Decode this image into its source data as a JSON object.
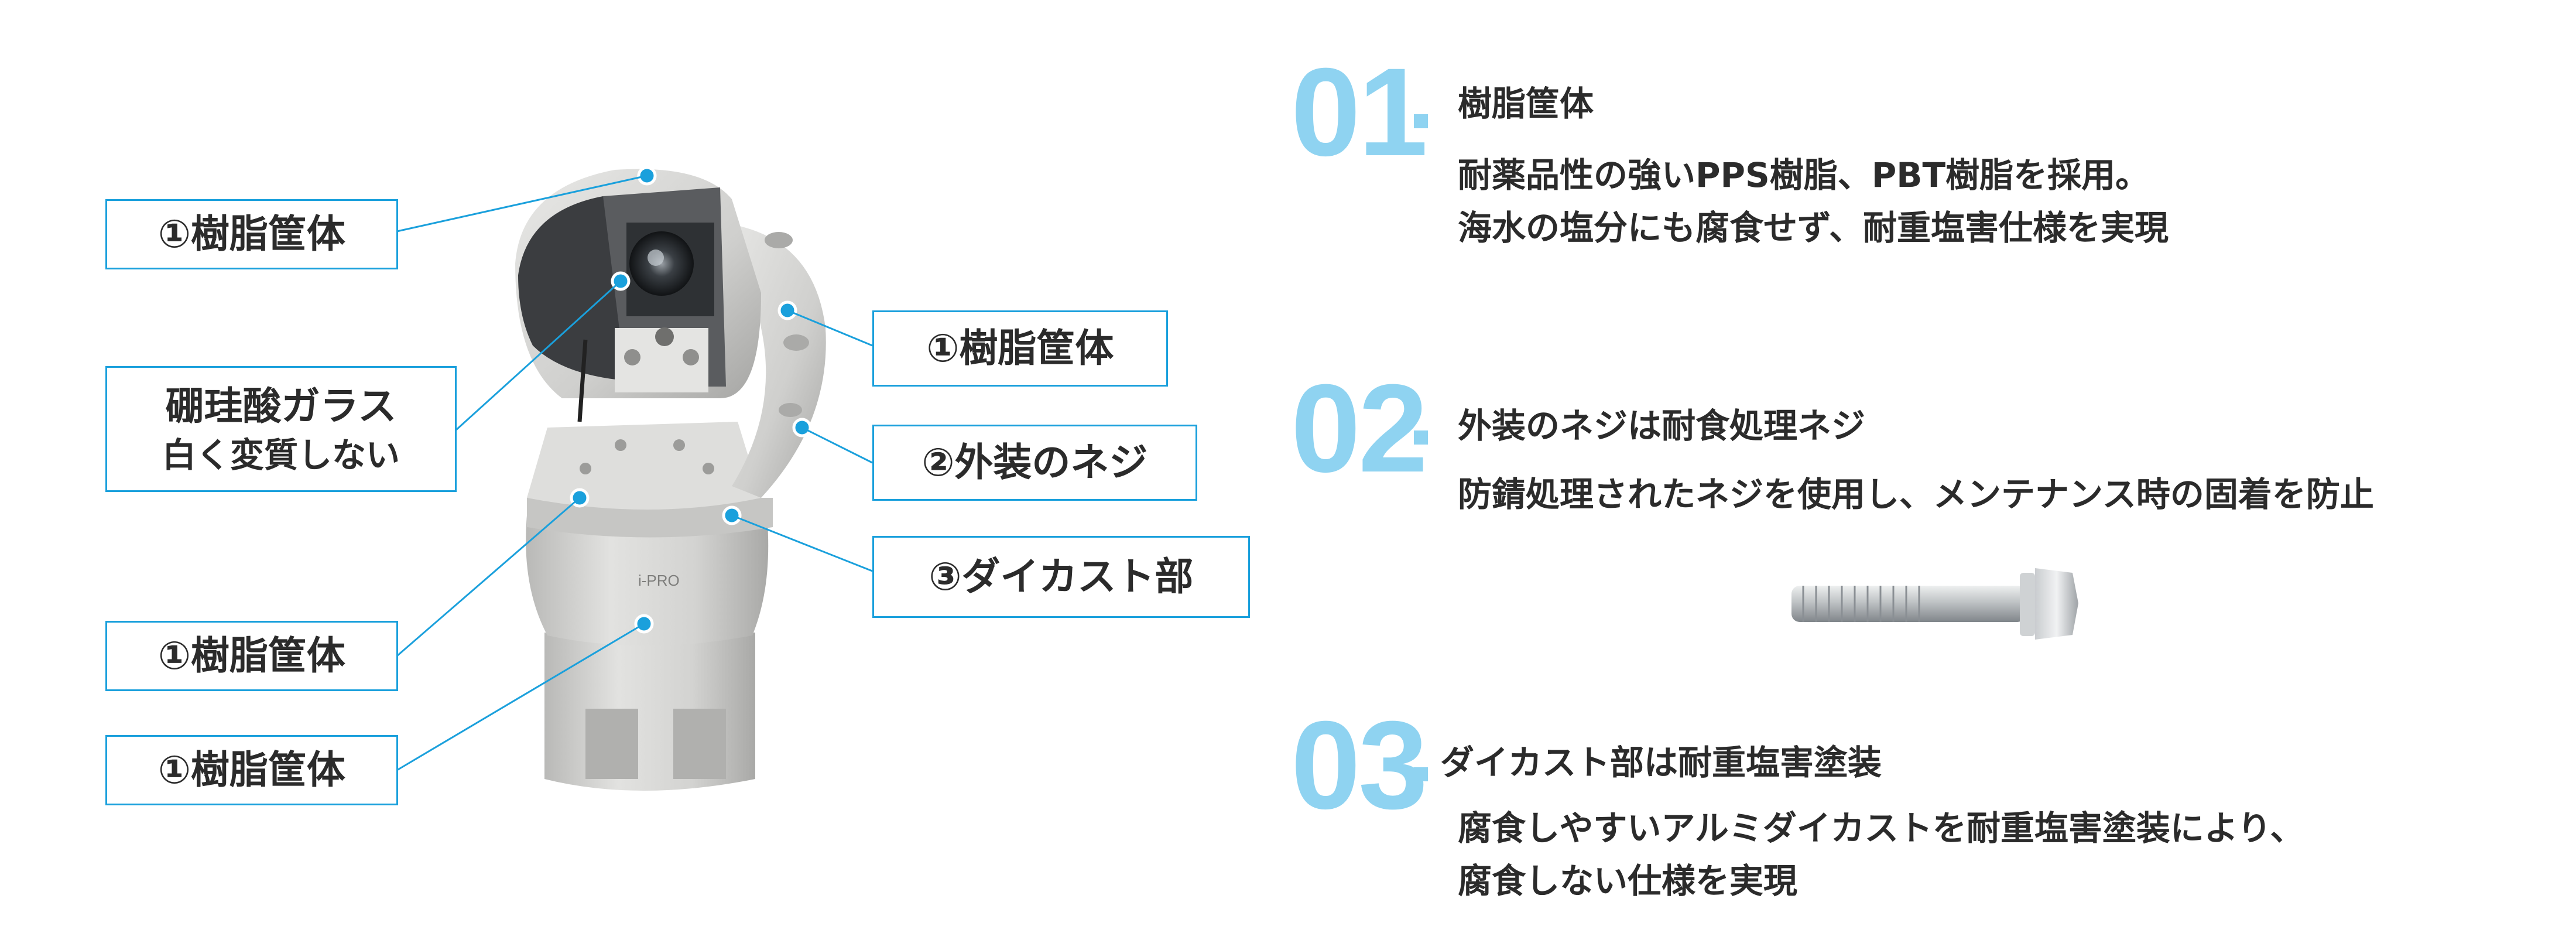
{
  "callouts": {
    "housing_top": "①樹脂筐体",
    "glass_line1": "硼珪酸ガラス",
    "glass_line2": "白く変質しない",
    "housing_mid_left": "①樹脂筐体",
    "housing_bottom_left": "①樹脂筐体",
    "housing_right": "①樹脂筐体",
    "screw": "②外装のネジ",
    "diecast": "③ダイカスト部"
  },
  "camera": {
    "logo": "i-PRO"
  },
  "sections": [
    {
      "number": "01",
      "title": "樹脂筐体",
      "body_line1": "耐薬品性の強いPPS樹脂、PBT樹脂を採用。",
      "body_line2": "海水の塩分にも腐食せず、耐重塩害仕様を実現"
    },
    {
      "number": "02",
      "title": "外装のネジは耐食処理ネジ",
      "body_line1": "防錆処理されたネジを使用し、メンテナンス時の固着を防止"
    },
    {
      "number": "03",
      "title": "ダイカスト部は耐重塩害塗装",
      "body_line1": "腐食しやすいアルミダイカストを耐重塩害塗装により、",
      "body_line2": "腐食しない仕様を実現"
    }
  ],
  "colors": {
    "accent": "#1aa0dc",
    "number": "#8fd3f1",
    "text": "#2b2b2b",
    "housing": "#d9d9d7"
  }
}
